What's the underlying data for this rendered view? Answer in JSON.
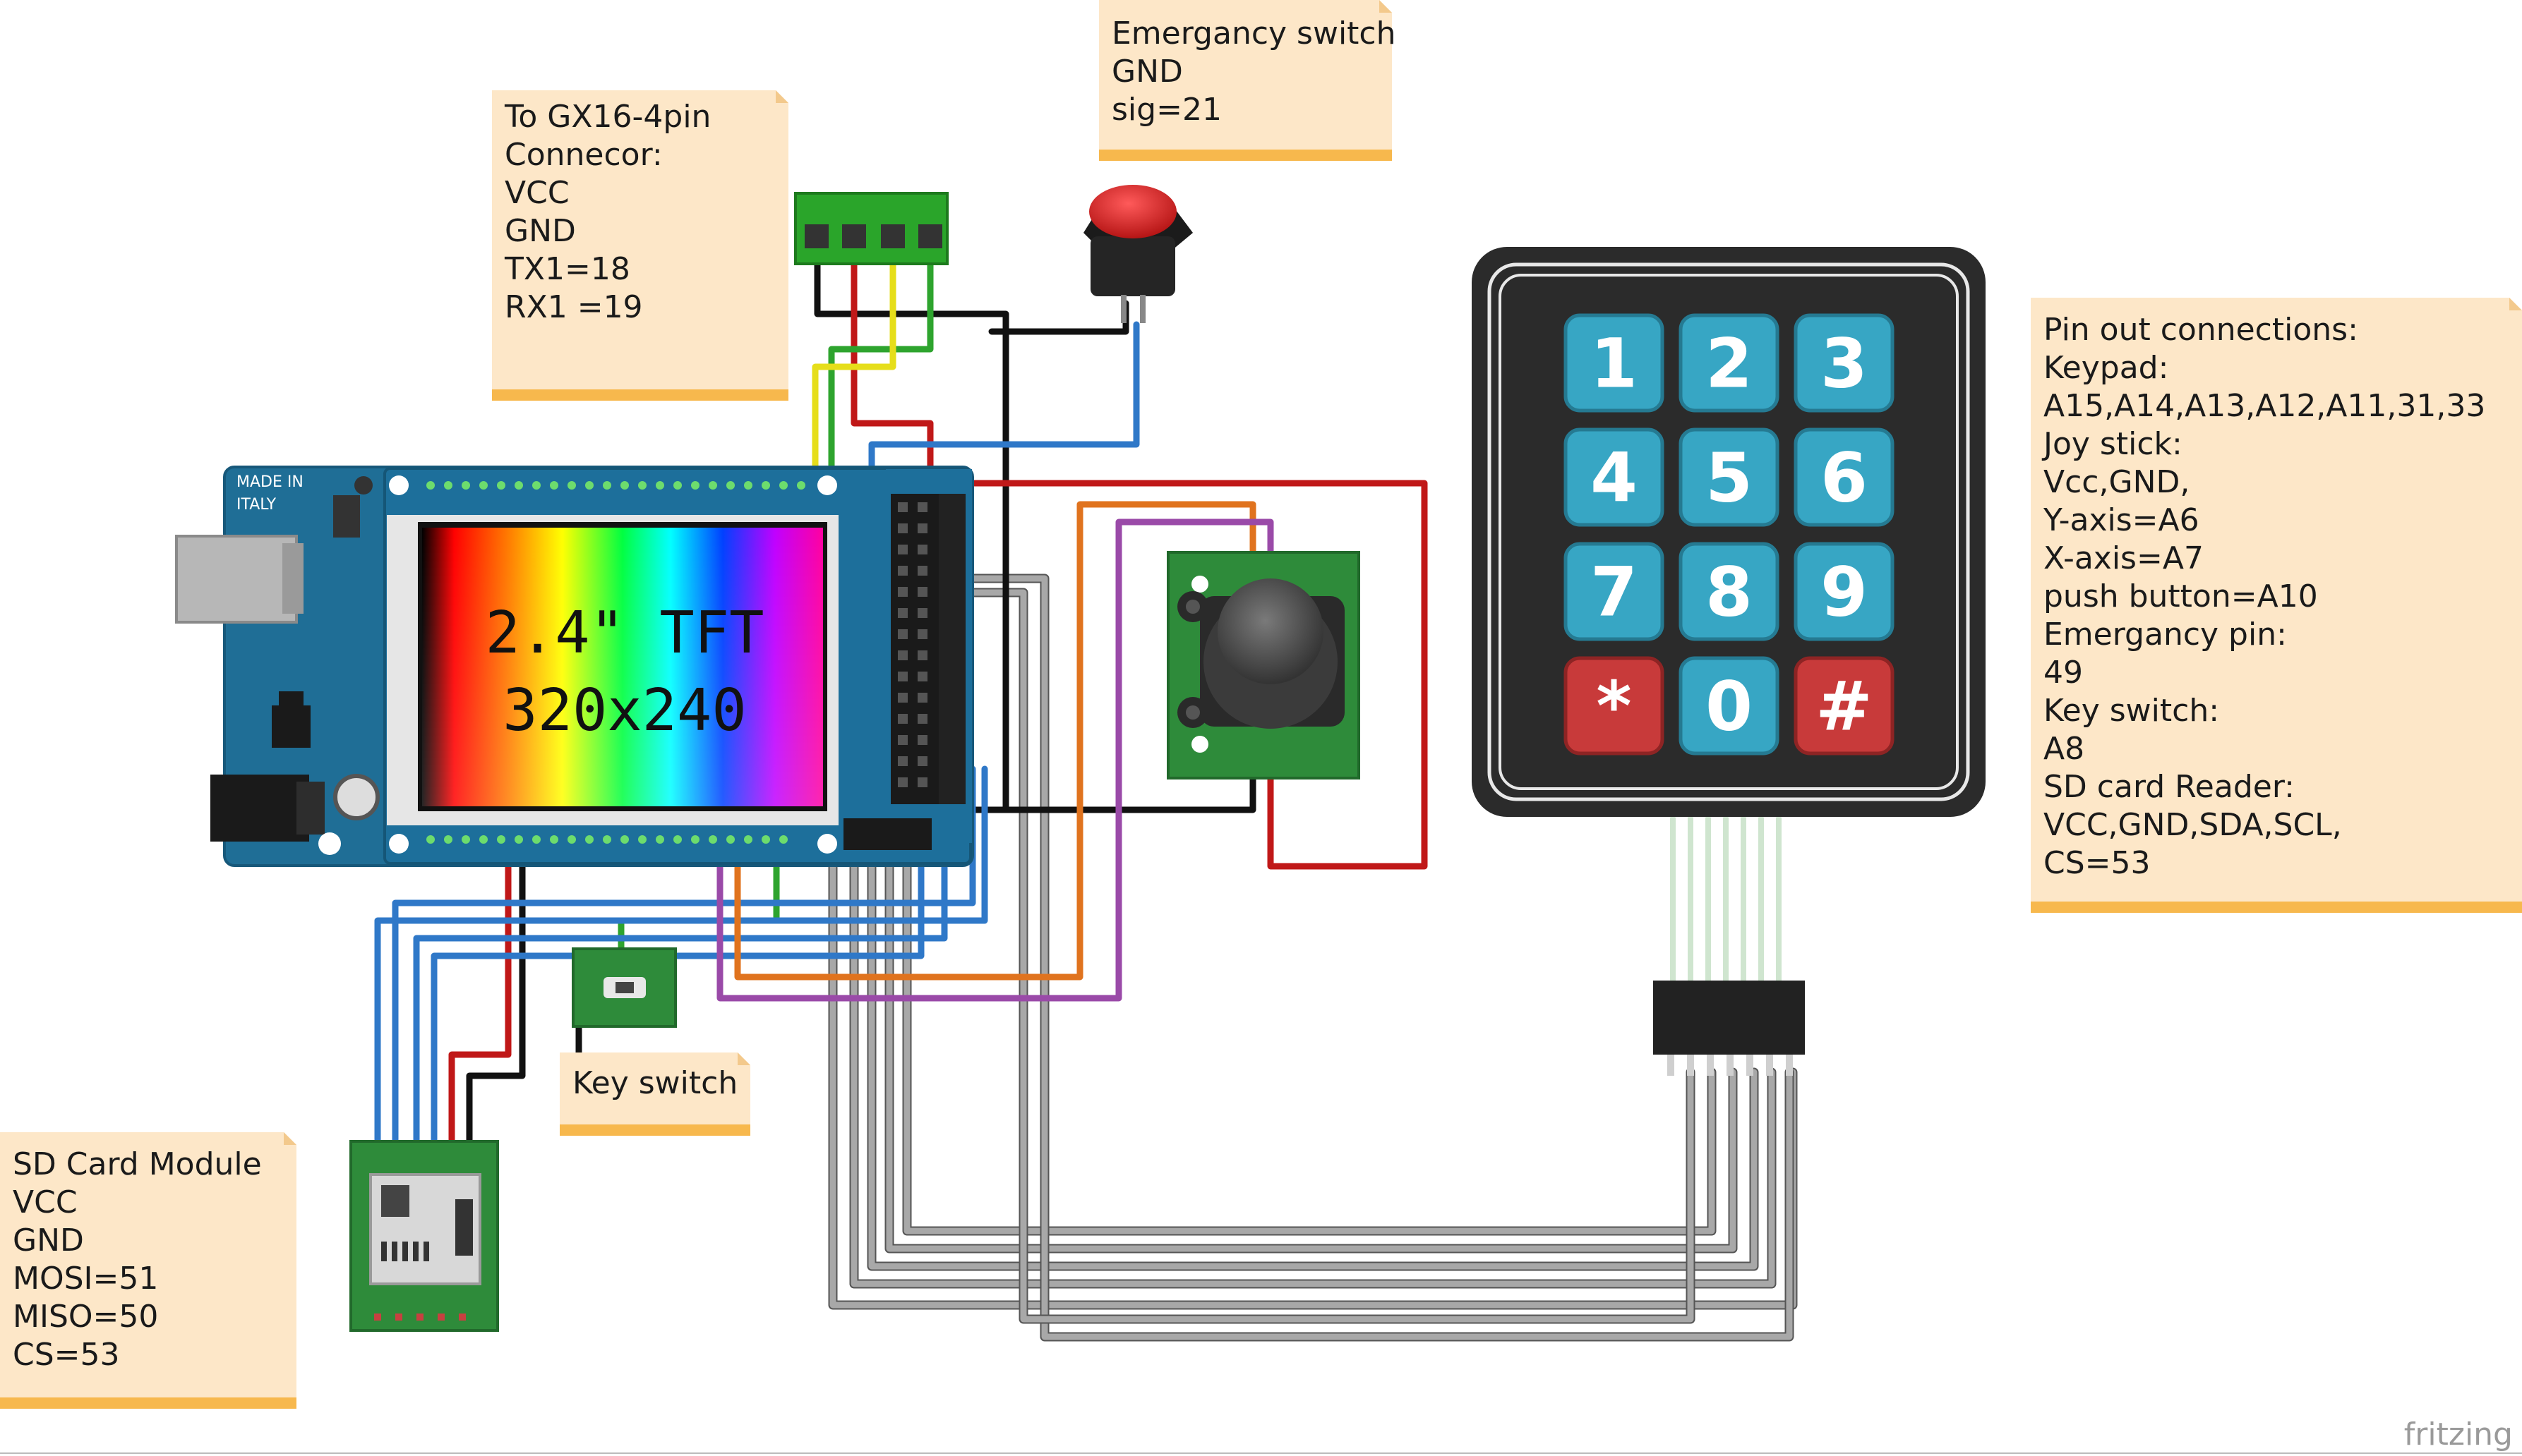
{
  "notes": {
    "gx16": {
      "lines": [
        "To GX16-4pin",
        "Connecor:",
        "VCC",
        "GND",
        "TX1=18",
        "RX1 =19"
      ]
    },
    "emergency": {
      "lines": [
        "Emergancy switch",
        "GND",
        "sig=21"
      ]
    },
    "pinout": {
      "lines": [
        "Pin out connections:",
        "Keypad:",
        "A15,A14,A13,A12,A11,31,33",
        "Joy stick:",
        "Vcc,GND,",
        "Y-axis=A6",
        "X-axis=A7",
        "push button=A10",
        "Emergancy pin:",
        "49",
        "Key switch:",
        "A8",
        "SD card Reader:",
        "VCC,GND,SDA,SCL,",
        "CS=53"
      ]
    },
    "keyswitch": {
      "lines": [
        "Key switch"
      ]
    },
    "sdcard": {
      "lines": [
        "SD Card Module",
        "VCC",
        "GND",
        "MOSI=51",
        "MISO=50",
        "CS=53"
      ]
    }
  },
  "tft": {
    "line1": "2.4\" TFT",
    "line2": "320x240"
  },
  "arduino": {
    "made_in": "MADE IN",
    "italy": "ITALY"
  },
  "keypad": {
    "keys": [
      "1",
      "2",
      "3",
      "4",
      "5",
      "6",
      "7",
      "8",
      "9",
      "*",
      "0",
      "#"
    ]
  },
  "brand": "fritzing",
  "colors": {
    "note_bg": "#fde7c8",
    "note_strip": "#f7b84d",
    "board": "#1f6e96",
    "keypad_body": "#2b2b2b",
    "key_blue": "#37a6c4",
    "key_red": "#c83a3a",
    "module_green": "#2e8b3a",
    "wire_red": "#c21c1c",
    "wire_black": "#1a1a1a",
    "wire_blue": "#2f78c8",
    "wire_green": "#3aa63a",
    "wire_yellow": "#e8e020",
    "wire_orange": "#e0731e",
    "wire_purple": "#9a4aa8",
    "wire_gray": "#9a9a9a"
  }
}
